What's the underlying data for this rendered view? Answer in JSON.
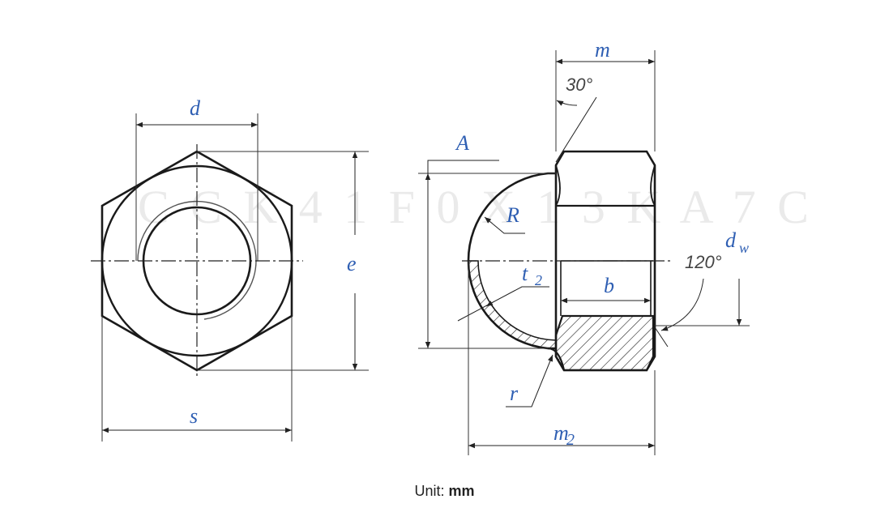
{
  "labels": {
    "d": "d",
    "s": "s",
    "e": "e",
    "m": "m",
    "angle_30": "30°",
    "A": "A",
    "R": "R",
    "t": "t",
    "t_sub": "2",
    "b": "b",
    "angle_120": "120°",
    "dw": "d",
    "dw_sub": "w",
    "r": "r",
    "m2": "m",
    "m2_sub": "2"
  },
  "caption": {
    "prefix": "Unit:",
    "unit": "mm"
  },
  "colors": {
    "label": "#2f5fb3",
    "outline": "#1a1a1a",
    "thin": "#333333"
  }
}
